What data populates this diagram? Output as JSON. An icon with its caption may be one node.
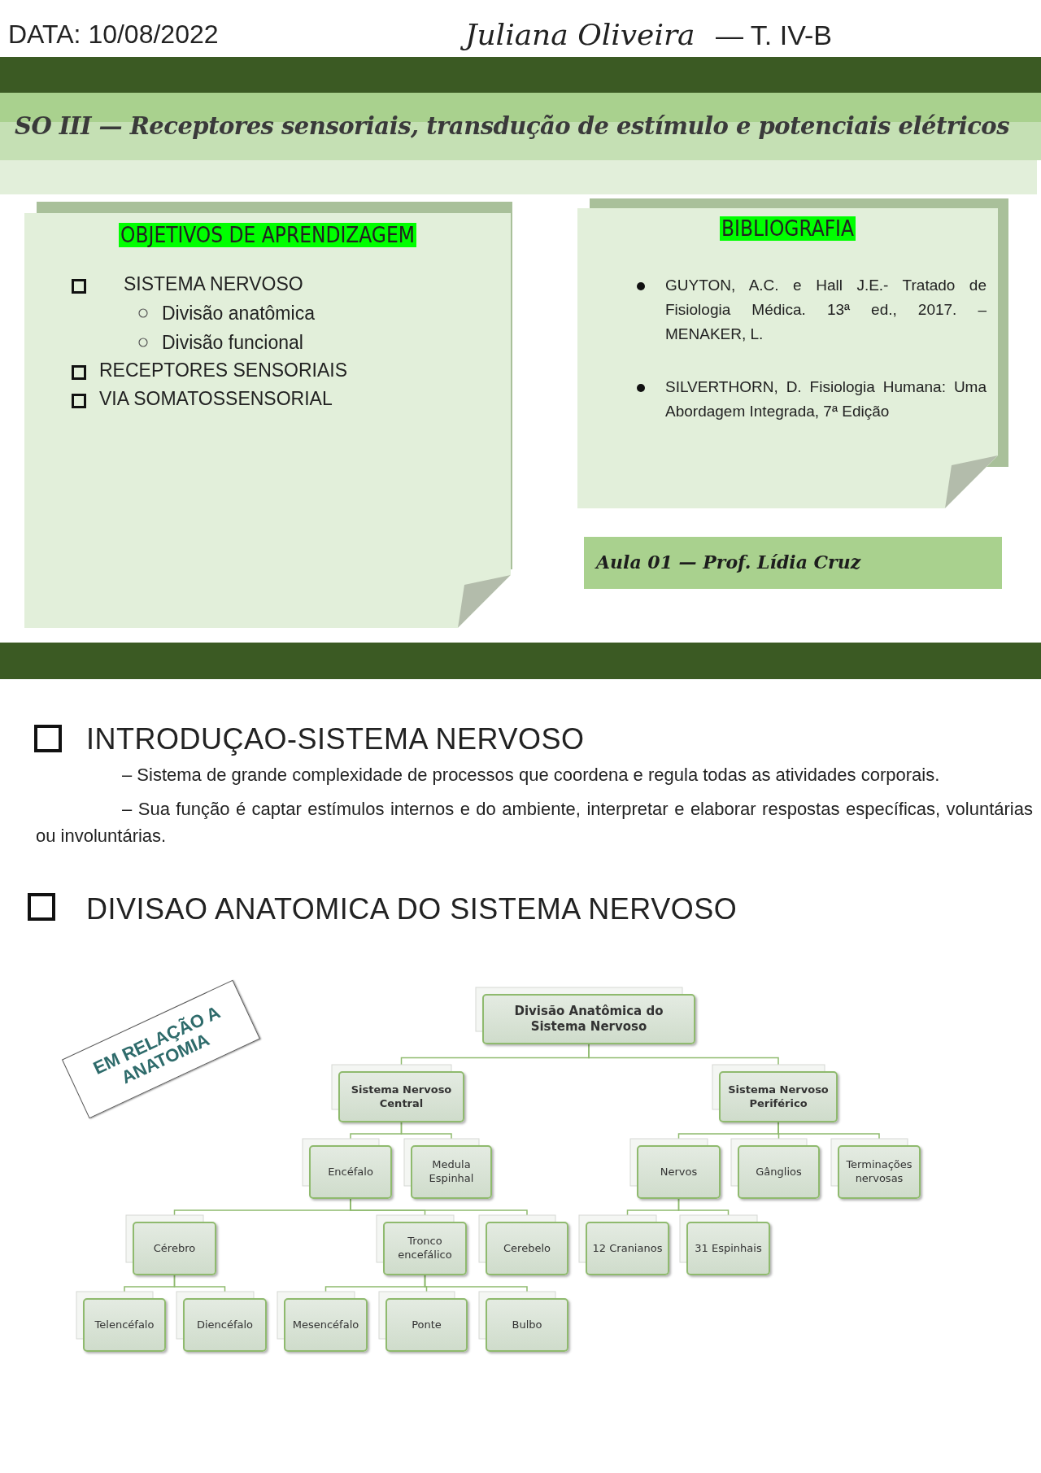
{
  "diagram": {
    "title": "SO III — Receptores sensoriais, transdução de estímulo e potenciais elétricos",
    "nodes": [
      {
        "text": [
          "OBJETIVOS DE APRENDIZAGEM",
          "SISTEMA NERVOSO",
          "Divisão anatômica",
          "Divisão funcional",
          "RECEPTORES SENSORIAIS",
          "VIA SOMATOSSENSORIAL"
        ]
      },
      {
        "text": [
          "BIBLIOGRAFIA",
          "GUYTON, A.C. e Hall J.E.- Tratado de Fisiologia Médica. 13ª ed., 2017. – MENAKER, L.",
          "SILVERTHORN, D. Fisiologia Humana: Uma Abordagem Integrada, 7ª Edição"
        ]
      },
      {
        "text": [
          "Aula 01 — Prof. Lídia Cruz"
        ]
      },
      {
        "text": [
          "EM RELAÇÃO A ANATOMIA"
        ]
      },
      {
        "text": [
          "Divisão Anatômica do Sistema Nervoso"
        ]
      },
      {
        "text": [
          "Sistema Nervoso Central"
        ]
      },
      {
        "text": [
          "Sistema Nervoso Periférico"
        ]
      },
      {
        "text": [
          "Encéfalo"
        ]
      },
      {
        "text": [
          "Medula Espinhal"
        ]
      },
      {
        "text": [
          "Nervos"
        ]
      },
      {
        "text": [
          "Gânglios"
        ]
      },
      {
        "text": [
          "Terminações nervosas"
        ]
      },
      {
        "text": [
          "Cérebro"
        ]
      },
      {
        "text": [
          "Tronco encefálico"
        ]
      },
      {
        "text": [
          "Cerebelo"
        ]
      },
      {
        "text": [
          "12 Cranianos"
        ]
      },
      {
        "text": [
          "31 Espinhais"
        ]
      },
      {
        "text": [
          "Telencéfalo"
        ]
      },
      {
        "text": [
          "Diencéfalo"
        ]
      },
      {
        "text": [
          "Mesencéfalo"
        ]
      },
      {
        "text": [
          "Ponte"
        ]
      },
      {
        "text": [
          "Bulbo"
        ]
      }
    ],
    "edges": [
      {
        "from": 4,
        "to": 5,
        "arrow": "none"
      },
      {
        "from": 4,
        "to": 6,
        "arrow": "none"
      },
      {
        "from": 5,
        "to": 7,
        "arrow": "none"
      },
      {
        "from": 5,
        "to": 8,
        "arrow": "none"
      },
      {
        "from": 6,
        "to": 9,
        "arrow": "none"
      },
      {
        "from": 6,
        "to": 10,
        "arrow": "none"
      },
      {
        "from": 6,
        "to": 11,
        "arrow": "none"
      },
      {
        "from": 7,
        "to": 12,
        "arrow": "none"
      },
      {
        "from": 7,
        "to": 13,
        "arrow": "none"
      },
      {
        "from": 7,
        "to": 14,
        "arrow": "none"
      },
      {
        "from": 9,
        "to": 15,
        "arrow": "none"
      },
      {
        "from": 9,
        "to": 16,
        "arrow": "none"
      },
      {
        "from": 12,
        "to": 17,
        "arrow": "none"
      },
      {
        "from": 12,
        "to": 18,
        "arrow": "none"
      },
      {
        "from": 13,
        "to": 19,
        "arrow": "none"
      },
      {
        "from": 13,
        "to": 20,
        "arrow": "none"
      },
      {
        "from": 13,
        "to": 21,
        "arrow": "none"
      }
    ],
    "labels": [
      "DATA: 10/08/2022",
      "Juliana Oliveira",
      "— T. IV-B",
      "INTRODUÇAO-SISTEMA NERVOSO",
      "– Sistema de grande complexidade de processos que coordena e regula todas as atividades corporais.",
      "– Sua função é captar estímulos internos e do ambiente, interpretar e elaborar respostas específicas, voluntárias ou involuntárias.",
      "DIVISAO ANATOMICA DO SISTEMA NERVOSO"
    ]
  }
}
